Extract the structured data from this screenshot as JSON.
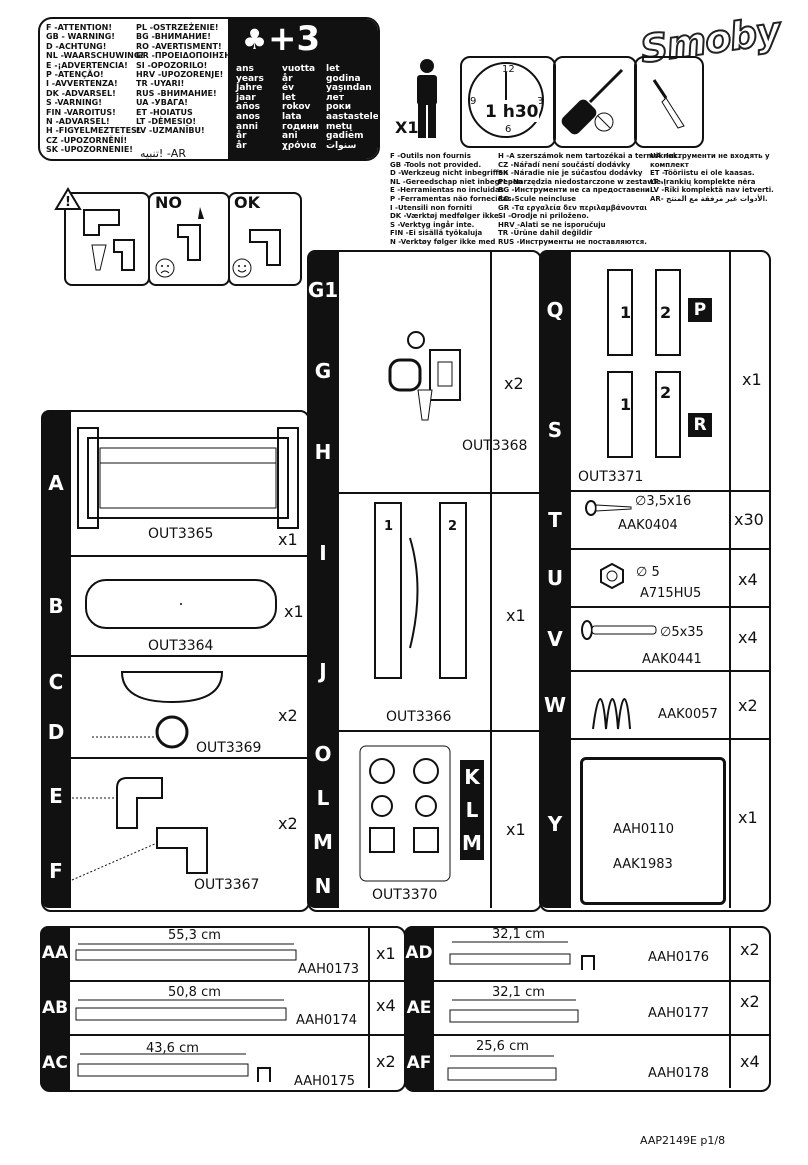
{
  "warnings_left": [
    "F -ATTENTION!",
    "GB - WARNING!",
    "D -ACHTUNG!",
    "NL -WAARSCHUWING!",
    "E -¡ADVERTENCIA!",
    "P -ATENÇÃO!",
    "I -AVVERTENZA!",
    "DK -ADVARSEL!",
    "S -VARNING!",
    "FIN -VAROITUS!",
    "N -ADVARSEL!",
    "H -FIGYELMEZTETES!",
    "CZ -UPOZORNĚNÍ!",
    "SK -UPOZORNENIE!"
  ],
  "warnings_right": [
    "PL -OSTRZEŻENIE!",
    "BG -ВНИМАНИЕ!",
    "RO -AVERTISMENT!",
    "GR -ΠΡΟΕΙΔΟΠΟΙΗΣΗ!",
    "SI -OPOZORILO!",
    "HRV -UPOZORENJE!",
    "TR -UYARI!",
    "RUS -ВНИМАНИЕ!",
    "UA -УВАГА!",
    "ET -HOIATUS",
    "LT -DĖMESIO!",
    "LV -UZMANĪBU!"
  ],
  "warning_ar": "تنبيه! -AR",
  "age": "+3",
  "age_words_1": [
    "ans",
    "years",
    "Jahre",
    "jaar",
    "años",
    "anos",
    "anni",
    "år",
    "år"
  ],
  "age_words_2": [
    "vuotta",
    "år",
    "év",
    "let",
    "rokov",
    "lata",
    "години",
    "ani",
    "χρόνια"
  ],
  "age_words_3": [
    "let",
    "godina",
    "yaşından",
    "лет",
    "роки",
    "aastastele",
    "metų",
    "gadiem",
    "سنوات"
  ],
  "brand": "Smoby",
  "adult_count": "X1",
  "clock_time": "1 h30",
  "clock_numbers": [
    "12",
    "3",
    "6",
    "9"
  ],
  "tools_col1": [
    "F -Outils non fournis",
    "GB -Tools not provided.",
    "D -Werkzeug nicht inbegriffen",
    "NL -Gereedschap niet inbegrepen",
    "E -Herramientas no incluidas",
    "P -Ferramentas não fornecidas.",
    "I -Utensili non forniti",
    "DK -Værktøj medfølger ikke.",
    "S -Verktyg ingår inte.",
    "FIN -Ei sisällä työkaluja",
    "N -Verktøy følger ikke med"
  ],
  "tools_col2": [
    "H -A szerszámok nem tartozékai a terméknek.",
    "CZ -Nářadí není součástí dodávky",
    "SK -Náradie nie je súčasťou dodávky",
    "PL -Narzędzia niedostarczone w zestawie.",
    "BG -Инструменти не са предоставени.",
    "RO -Scule neincluse",
    "GR -Τα εργαλεία δεν περιλαμβάνονται",
    "SI -Orodje ni priloženo.",
    "HRV -Alati se ne isporučuju",
    "TR -Ürüne dahil değildir",
    "RUS -Инструменты не поставляются."
  ],
  "tools_col3": [
    "UA -Інструменти не входять у комплект",
    "ET -Tööriistu ei ole kaasas.",
    "LT -Įrankių komplekte nėra",
    "LV -Rīki komplektā nav ietverti.",
    "AR- الأدوات غير مرفقة مع المنتج."
  ],
  "no_label": "NO",
  "ok_label": "OK",
  "parts": {
    "A": {
      "code": "OUT3365",
      "qty": "x1"
    },
    "B": {
      "code": "OUT3364",
      "qty": "x1"
    },
    "CD": {
      "code": "OUT3369",
      "qty": "x2"
    },
    "EF": {
      "code": "OUT3367",
      "qty": "x2"
    },
    "GH": {
      "code": "OUT3368",
      "qty": "x2"
    },
    "IJ": {
      "code": "OUT3366",
      "qty": "x1"
    },
    "OLMN": {
      "code": "OUT3370",
      "qty": "x1"
    },
    "QS": {
      "code": "OUT3371",
      "qty": "x1"
    },
    "T": {
      "dim": "∅3,5x16",
      "code": "AAK0404",
      "qty": "x30"
    },
    "U": {
      "dim": "∅ 5",
      "code": "A715HU5",
      "qty": "x4"
    },
    "V": {
      "dim": "∅5x35",
      "code": "AAK0441",
      "qty": "x4"
    },
    "W": {
      "code": "AAK0057",
      "qty": "x2"
    },
    "Y": {
      "code1": "AAH0110",
      "code2": "AAK1983",
      "qty": "x1"
    }
  },
  "rails": {
    "AA": {
      "len": "55,3 cm",
      "code": "AAH0173",
      "qty": "x1"
    },
    "AB": {
      "len": "50,8 cm",
      "code": "AAH0174",
      "qty": "x4"
    },
    "AC": {
      "len": "43,6 cm",
      "code": "AAH0175",
      "qty": "x2"
    },
    "AD": {
      "len": "32,1 cm",
      "code": "AAH0176",
      "qty": "x2"
    },
    "AE": {
      "len": "32,1 cm",
      "code": "AAH0177",
      "qty": "x2"
    },
    "AF": {
      "len": "25,6 cm",
      "code": "AAH0178",
      "qty": "x4"
    }
  },
  "footer": "AAP2149E  p1/8"
}
